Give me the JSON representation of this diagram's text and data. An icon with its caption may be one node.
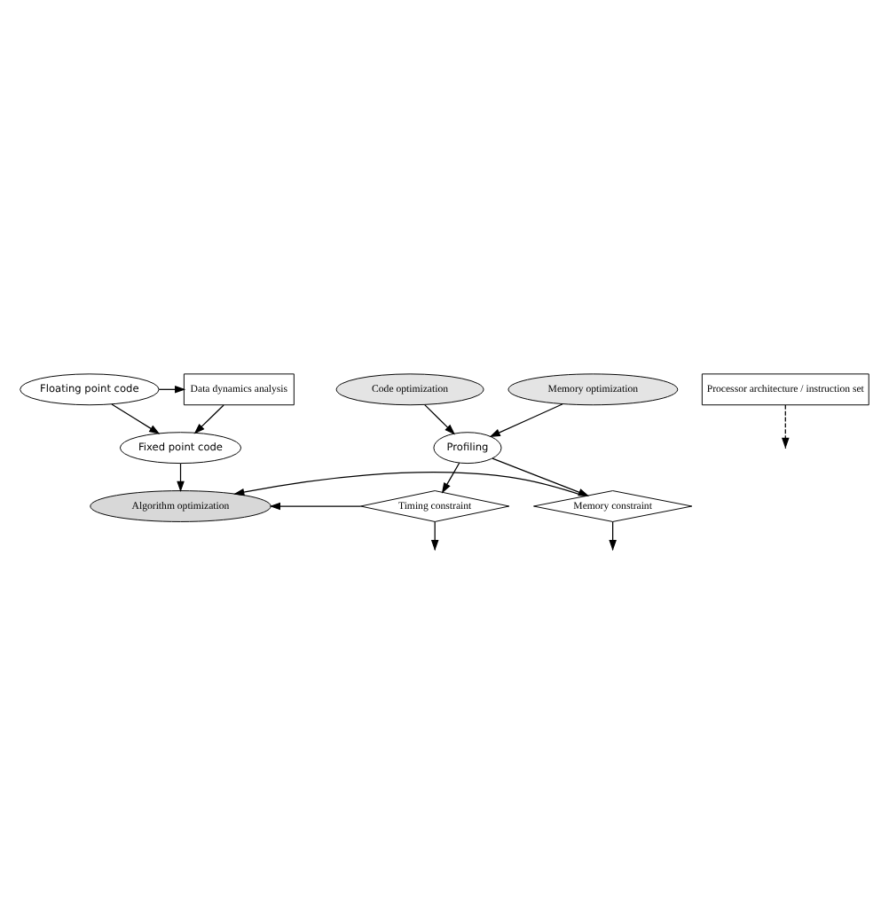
{
  "diagram": {
    "nodes": [
      {
        "text": [
          "Floating point code"
        ]
      },
      {
        "text": [
          "Data dynamics analysis"
        ]
      },
      {
        "text": [
          "Processor architecture / instruction set"
        ]
      },
      {
        "text": [
          "Fixed point code"
        ]
      },
      {
        "text": [
          "Algorithm optimization"
        ]
      },
      {
        "text": [
          "Code optimization"
        ]
      },
      {
        "text": [
          "Memory optimization"
        ]
      },
      {
        "text": [
          "Profiling"
        ]
      },
      {
        "text": [
          "Timing constraint"
        ]
      },
      {
        "text": [
          "Memory constraint"
        ]
      }
    ],
    "edges": [
      {
        "from": 0,
        "to": 3,
        "arrow": "to"
      },
      {
        "from": 0,
        "to": 1,
        "arrow": "to"
      },
      {
        "from": 1,
        "to": 3,
        "arrow": "to"
      },
      {
        "from": 2,
        "to": null,
        "arrow": "to",
        "style": "dashed"
      },
      {
        "from": 3,
        "to": 4,
        "arrow": "to"
      },
      {
        "from": 8,
        "to": 4,
        "arrow": "to"
      },
      {
        "from": 9,
        "to": 4,
        "arrow": "to"
      },
      {
        "from": 5,
        "to": 7,
        "arrow": "to"
      },
      {
        "from": 6,
        "to": 7,
        "arrow": "to"
      },
      {
        "from": 7,
        "to": 8,
        "arrow": "to"
      },
      {
        "from": 7,
        "to": 9,
        "arrow": "to"
      },
      {
        "from": 8,
        "to": null,
        "arrow": "to"
      },
      {
        "from": 9,
        "to": null,
        "arrow": "to"
      }
    ]
  }
}
